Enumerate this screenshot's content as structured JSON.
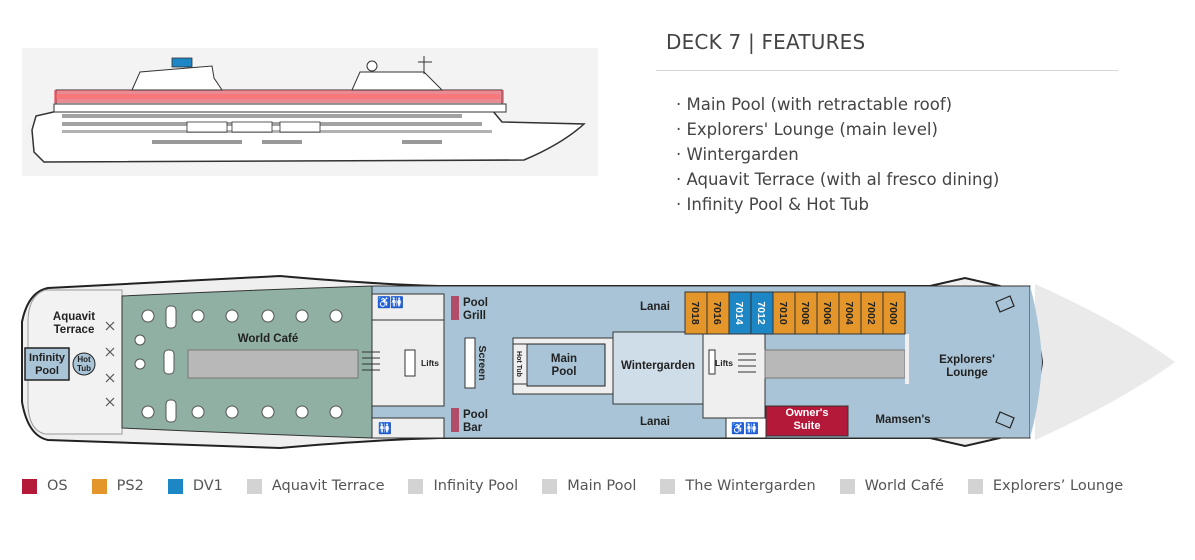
{
  "header": {
    "title": "DECK 7 | FEATURES"
  },
  "features": [
    "· Main Pool (with retractable roof)",
    "· Explorers' Lounge (main level)",
    "· Wintergarden",
    "· Aquavit Terrace (with al fresco dining)",
    "· Infinity Pool & Hot Tub"
  ],
  "plan": {
    "areas": {
      "aquavit": "Aquavit",
      "terrace": "Terrace",
      "infinity": "Infinity",
      "pool": "Pool",
      "hot": "Hot",
      "tub": "Tub",
      "world_cafe": "World Café",
      "lifts": "Lifts",
      "pool_grill_1": "Pool",
      "pool_grill_2": "Grill",
      "screen": "Screen",
      "pool_bar_1": "Pool",
      "pool_bar_2": "Bar",
      "hot_tub": "Hot Tub",
      "main_1": "Main",
      "main_2": "Pool",
      "lanai_top": "Lanai",
      "lanai_bottom": "Lanai",
      "wintergarden": "Wintergarden",
      "owners_1": "Owner's",
      "owners_2": "Suite",
      "mamsens": "Mamsen's",
      "explorers_1": "Explorers'",
      "explorers_2": "Lounge"
    },
    "cabins": [
      {
        "number": "7018",
        "category": "PS2"
      },
      {
        "number": "7016",
        "category": "PS2"
      },
      {
        "number": "7014",
        "category": "DV1"
      },
      {
        "number": "7012",
        "category": "DV1"
      },
      {
        "number": "7010",
        "category": "PS2"
      },
      {
        "number": "7008",
        "category": "PS2"
      },
      {
        "number": "7006",
        "category": "PS2"
      },
      {
        "number": "7004",
        "category": "PS2"
      },
      {
        "number": "7002",
        "category": "PS2"
      },
      {
        "number": "7000",
        "category": "PS2"
      }
    ],
    "icons": [
      "wheelchair-icon",
      "restroom-icon",
      "lifts-icon",
      "stairs-icon",
      "table-icon"
    ]
  },
  "legend": [
    {
      "label": "OS",
      "color": "#b5193a"
    },
    {
      "label": "PS2",
      "color": "#e4962a"
    },
    {
      "label": "DV1",
      "color": "#1d86c4"
    },
    {
      "label": "Aquavit Terrace",
      "color": "#d3d3d3"
    },
    {
      "label": "Infinity Pool",
      "color": "#d3d3d3"
    },
    {
      "label": "Main Pool",
      "color": "#d3d3d3"
    },
    {
      "label": "The Wintergarden",
      "color": "#d3d3d3"
    },
    {
      "label": "World Café",
      "color": "#d3d3d3"
    },
    {
      "label": "Explorers’ Lounge",
      "color": "#d3d3d3"
    }
  ],
  "colors": {
    "deck_blue": "#a9c4d6",
    "cafe_green": "#8fb0a3",
    "os": "#b5193a",
    "ps2": "#e4962a",
    "dv1": "#1d86c4",
    "highlight": "#e83a4a"
  }
}
